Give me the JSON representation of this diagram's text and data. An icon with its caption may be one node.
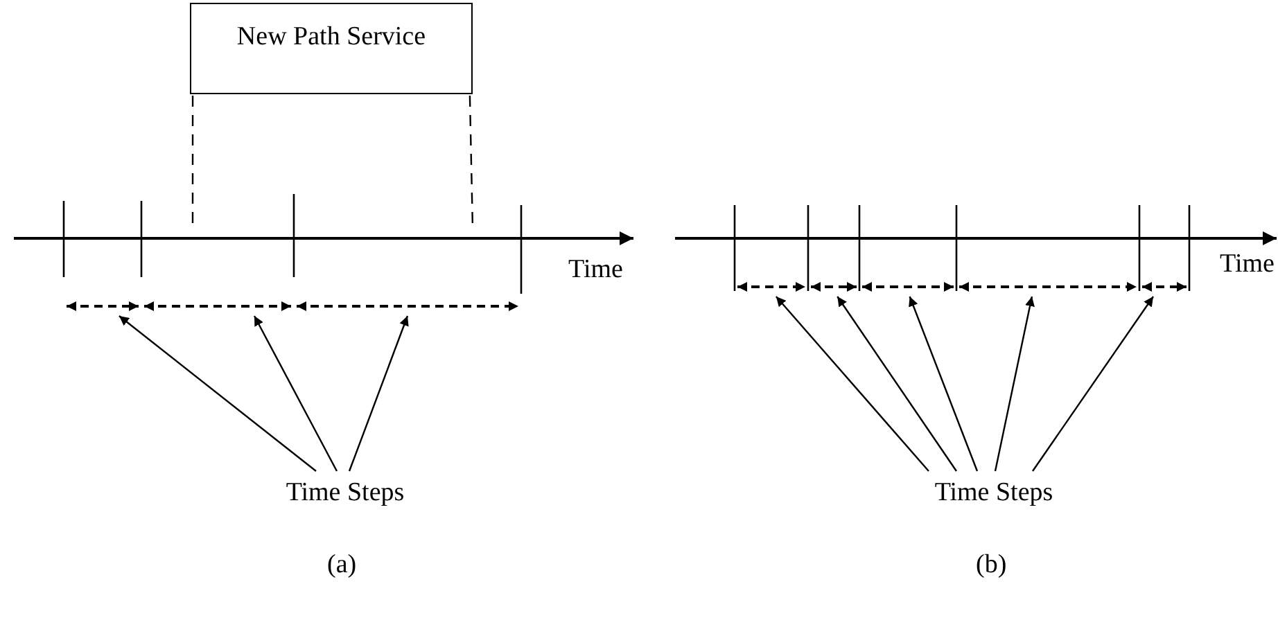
{
  "diagram": {
    "nodes": [
      {
        "text": [
          "New Path Service"
        ]
      },
      {
        "text": [
          "Time Steps"
        ]
      },
      {
        "text": [],
        "shape": "arrow"
      },
      {
        "text": [],
        "shape": "arrow"
      },
      {
        "text": [],
        "shape": "arrow"
      },
      {
        "text": [
          "Time Steps"
        ]
      },
      {
        "text": [],
        "shape": "arrow"
      },
      {
        "text": [],
        "shape": "arrow"
      },
      {
        "text": [],
        "shape": "arrow"
      },
      {
        "text": [],
        "shape": "arrow"
      },
      {
        "text": [],
        "shape": "arrow"
      }
    ],
    "edges": [
      {
        "from": 0,
        "to": null,
        "arrow": "none",
        "style": "dashed"
      },
      {
        "from": 0,
        "to": null,
        "arrow": "none",
        "style": "dashed"
      },
      {
        "from": 1,
        "to": 2,
        "arrow": "to"
      },
      {
        "from": 1,
        "to": 3,
        "arrow": "to"
      },
      {
        "from": 1,
        "to": 4,
        "arrow": "to"
      },
      {
        "from": 5,
        "to": 6,
        "arrow": "to"
      },
      {
        "from": 5,
        "to": 7,
        "arrow": "to"
      },
      {
        "from": 5,
        "to": 8,
        "arrow": "to"
      },
      {
        "from": 5,
        "to": 9,
        "arrow": "to"
      },
      {
        "from": 5,
        "to": 10,
        "arrow": "to"
      }
    ],
    "labels": [
      "Time",
      "Time",
      "(a)",
      "(b)"
    ]
  }
}
